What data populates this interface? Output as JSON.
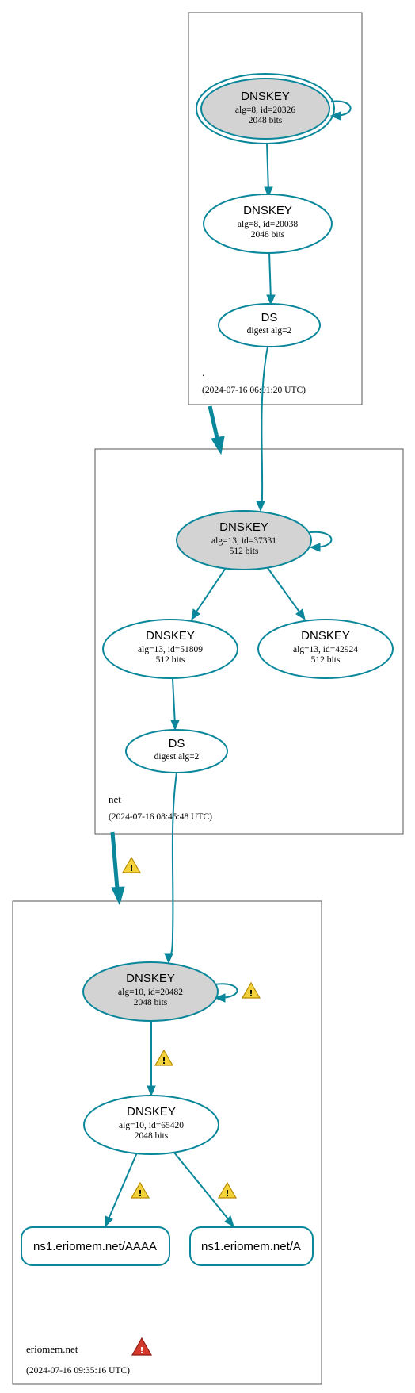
{
  "colors": {
    "edge": "#0a879a",
    "ksk_fill": "#d3d3d3",
    "zone_border": "#555555",
    "warning": "#f3d23c",
    "error": "#d43a2c"
  },
  "zones": {
    "root": {
      "name": ".",
      "timestamp": "(2024-07-16 06:01:20 UTC)"
    },
    "net": {
      "name": "net",
      "timestamp": "(2024-07-16 08:45:48 UTC)"
    },
    "eriomem": {
      "name": "eriomem.net",
      "timestamp": "(2024-07-16 09:35:16 UTC)"
    }
  },
  "nodes": {
    "root_ksk": {
      "title": "DNSKEY",
      "line1": "alg=8, id=20326",
      "line2": "2048 bits"
    },
    "root_zsk": {
      "title": "DNSKEY",
      "line1": "alg=8, id=20038",
      "line2": "2048 bits"
    },
    "root_ds": {
      "title": "DS",
      "line1": "digest alg=2"
    },
    "net_ksk": {
      "title": "DNSKEY",
      "line1": "alg=13, id=37331",
      "line2": "512 bits"
    },
    "net_zsk1": {
      "title": "DNSKEY",
      "line1": "alg=13, id=51809",
      "line2": "512 bits"
    },
    "net_zsk2": {
      "title": "DNSKEY",
      "line1": "alg=13, id=42924",
      "line2": "512 bits"
    },
    "net_ds": {
      "title": "DS",
      "line1": "digest alg=2"
    },
    "erio_ksk": {
      "title": "DNSKEY",
      "line1": "alg=10, id=20482",
      "line2": "2048 bits"
    },
    "erio_zsk": {
      "title": "DNSKEY",
      "line1": "alg=10, id=65420",
      "line2": "2048 bits"
    },
    "rr_aaaa": {
      "title": "ns1.eriomem.net/AAAA"
    },
    "rr_a": {
      "title": "ns1.eriomem.net/A"
    }
  },
  "icons": {
    "warning": "warning-icon",
    "error": "error-icon",
    "warning_glyph": "!",
    "error_glyph": "!"
  }
}
